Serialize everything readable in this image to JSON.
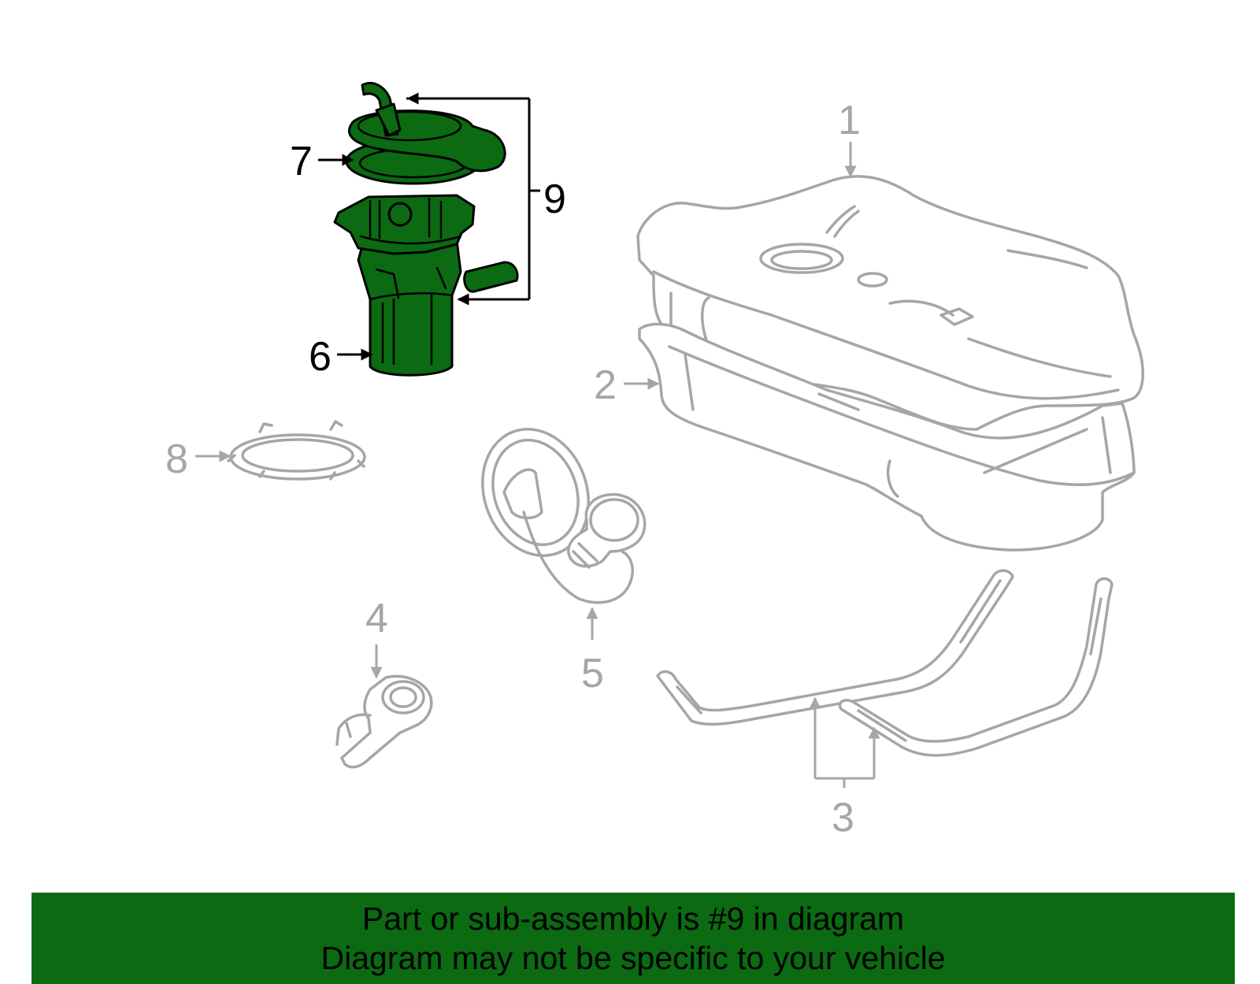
{
  "callouts": {
    "c1": "1",
    "c2": "2",
    "c3": "3",
    "c4": "4",
    "c5": "5",
    "c6": "6",
    "c7": "7",
    "c8": "8",
    "c9": "9"
  },
  "banner": {
    "line1": "Part or sub-assembly is #9 in diagram",
    "line2": "Diagram may not be specific to your vehicle"
  },
  "colors": {
    "highlight": "#0b6a12",
    "part_outline": "#a6a6a6",
    "banner_bg": "#0b6a12"
  }
}
